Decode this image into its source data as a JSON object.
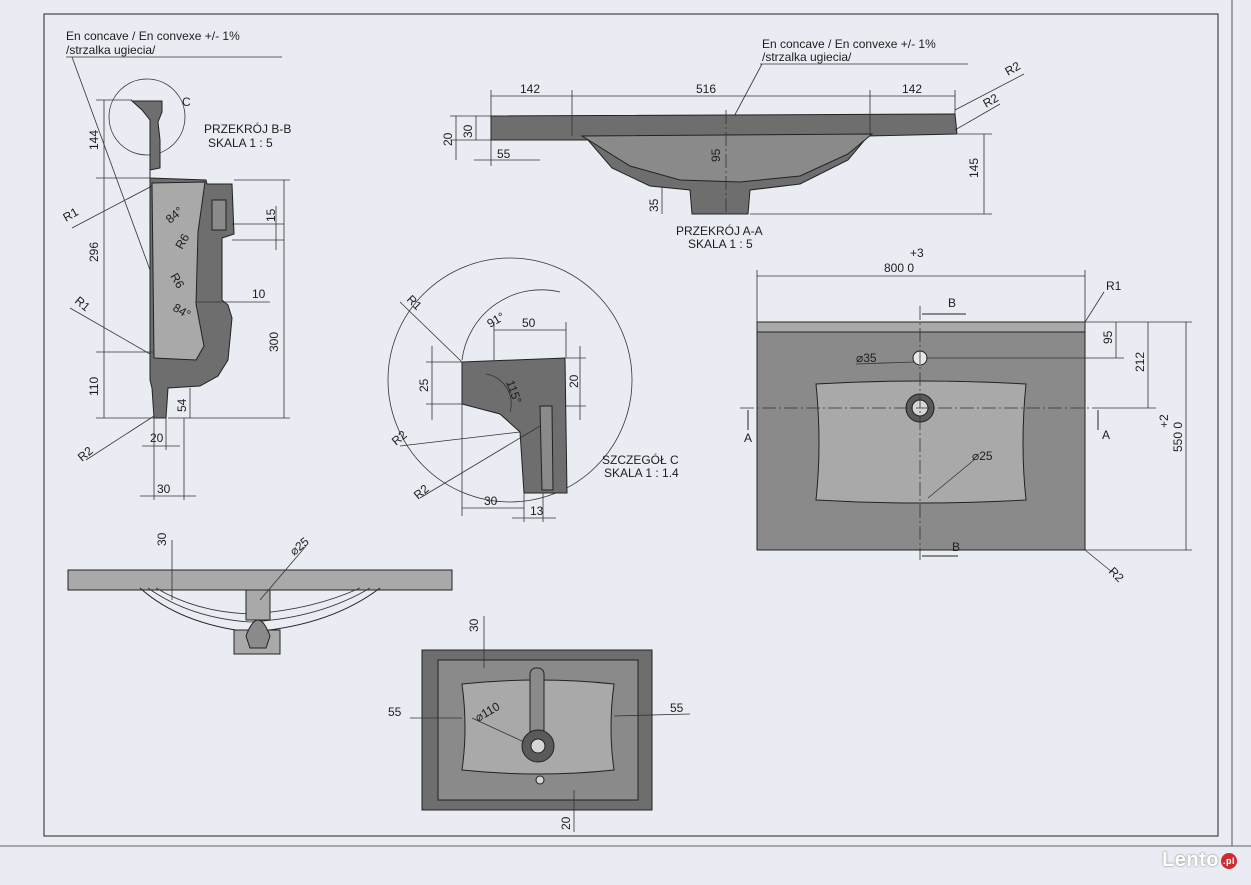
{
  "notes": {
    "deflection_left_1": "En concave / En convexe +/- 1%",
    "deflection_left_2": "/strzalka ugiecia/",
    "deflection_top_1": "En concave / En convexe +/- 1%",
    "deflection_top_2": "/strzalka ugiecia/"
  },
  "section_bb": {
    "title": "PRZEKRÓJ B-B",
    "scale": "SKALA 1 : 5",
    "detail_ref": "C",
    "dims": [
      "144",
      "R1",
      "84°",
      "R6",
      "15",
      "296",
      "R6",
      "84°",
      "10",
      "R1",
      "300",
      "110",
      "54",
      "R2",
      "20",
      "30"
    ]
  },
  "section_aa": {
    "title": "PRZEKRÓJ A-A",
    "scale": "SKALA 1 : 5",
    "dims": [
      "142",
      "516",
      "142",
      "R2",
      "R2",
      "30",
      "20",
      "55",
      "95",
      "145",
      "35"
    ]
  },
  "detail_c": {
    "title": "SZCZEGÓŁ C",
    "scale": "SKALA 1 : 1.4",
    "dims": [
      "R1",
      "91°",
      "50",
      "25",
      "115°",
      "20",
      "R2",
      "R2",
      "30",
      "13"
    ]
  },
  "plan_view": {
    "dims": [
      "+3",
      "800  0",
      "R1",
      "B",
      "B",
      "⌀35",
      "95",
      "212",
      "+2",
      "550  0",
      "A",
      "A",
      "⌀25",
      "R2"
    ]
  },
  "front_view": {
    "dims": [
      "30",
      "⌀25"
    ]
  },
  "bottom_view": {
    "dims": [
      "30",
      "55",
      "55",
      "⌀110",
      "20"
    ]
  },
  "watermark": {
    "brand": "Lento",
    "suffix": ".pl"
  }
}
